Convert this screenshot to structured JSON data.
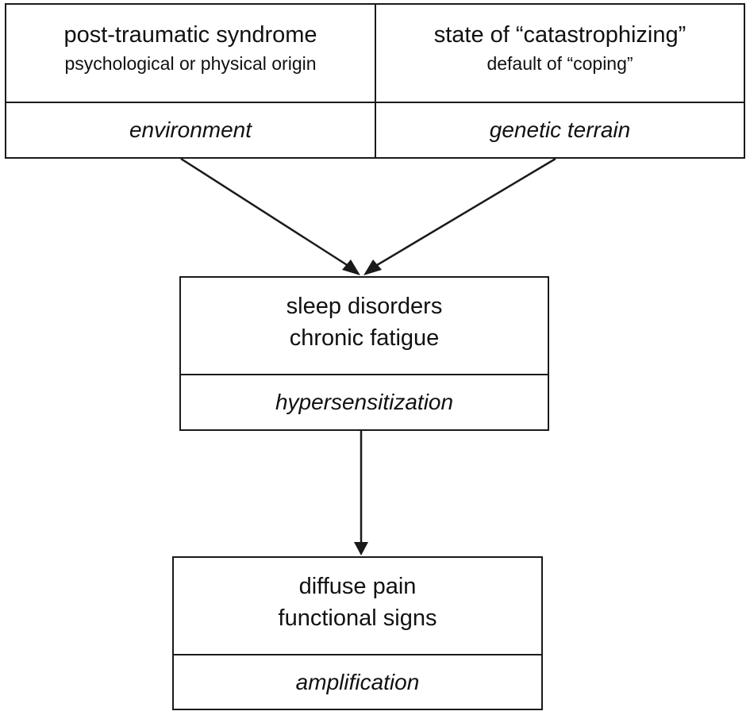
{
  "top_box": {
    "left": {
      "title": "post-traumatic syndrome",
      "subtitle": "psychological or physical origin",
      "factor": "environment"
    },
    "right": {
      "title": "state of “catastrophizing”",
      "subtitle": "default of “coping”",
      "factor": "genetic terrain"
    }
  },
  "middle_box": {
    "line1": "sleep disorders",
    "line2": "chronic fatigue",
    "factor": "hypersensitization"
  },
  "bottom_box": {
    "line1": "diffuse pain",
    "line2": "functional signs",
    "factor": "amplification"
  },
  "colors": {
    "stroke": "#1a1a1a",
    "text": "#111111",
    "background": "#ffffff"
  }
}
